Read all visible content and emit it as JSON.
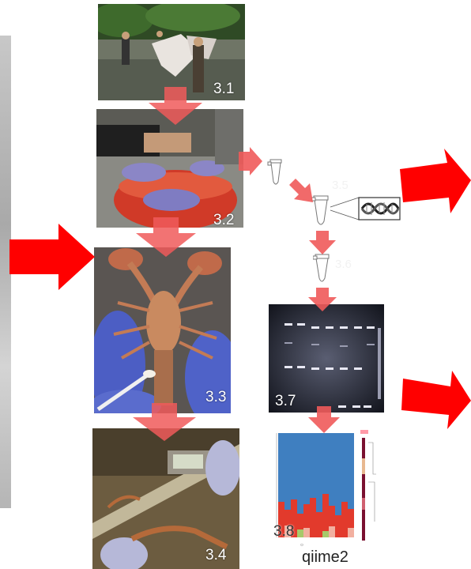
{
  "steps": [
    {
      "label": "3.1"
    },
    {
      "label": "3.2"
    },
    {
      "label": "3.3"
    },
    {
      "label": "3.4"
    },
    {
      "label": "3.5"
    },
    {
      "label": "3.6"
    },
    {
      "label": "3.7"
    },
    {
      "label": "3.8"
    }
  ],
  "logo": {
    "text": "qiime2"
  },
  "colors": {
    "arrow_big": "#ff0000",
    "arrow_flow": "#f05a5a",
    "gel_band": "#e8e8f4",
    "bar_blue": "#3f7fc0",
    "bar_red": "#e23a2c"
  },
  "icons": [
    "dna-helix-icon",
    "microcentrifuge-tube-icon"
  ]
}
